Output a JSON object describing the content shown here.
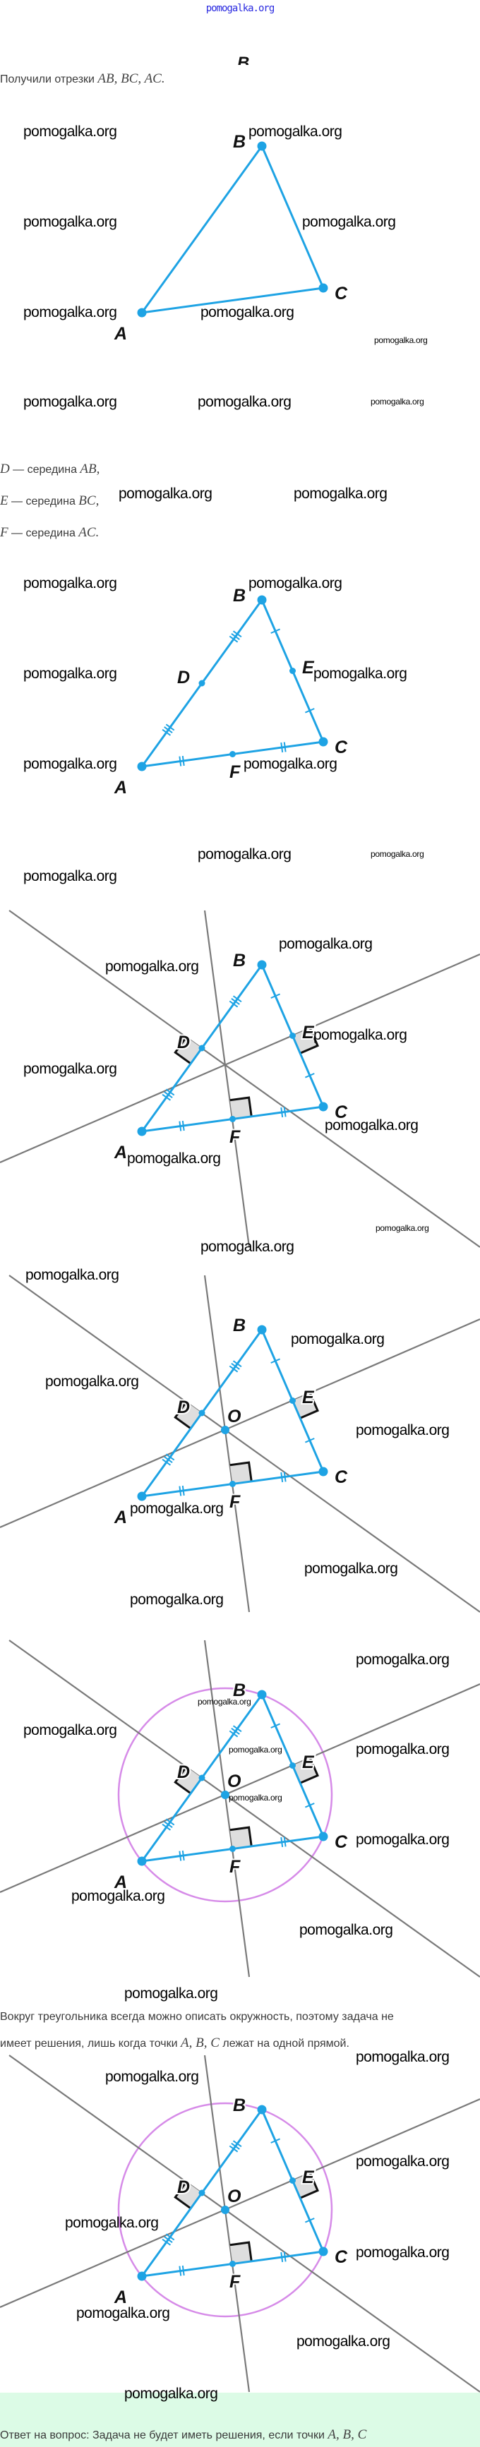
{
  "header_watermark": "pomogalka.org",
  "watermark": "pomogalka.org",
  "cropped_label": "B",
  "text": {
    "intro": "Получили отрезки ",
    "intro_math": "AB, BC, AC.",
    "midpoints": [
      {
        "point": "D",
        "text": " — середина ",
        "segment": "AB,"
      },
      {
        "point": "E",
        "text": " — середина ",
        "segment": "BC,"
      },
      {
        "point": "F",
        "text": " — середина ",
        "segment": "AC."
      }
    ],
    "conclusion_line1": "Вокруг треугольника всегда можно описать окружность, поэтому задача не",
    "conclusion_line2_pre": "имеет решения, лишь когда точки ",
    "conclusion_line2_math": "A, B, C",
    "conclusion_line2_post": " лежат на одной прямой.",
    "answer_pre": "Ответ на вопрос: Задача не будет иметь решения, если точки ",
    "answer_math": "A, B, C"
  },
  "labels": {
    "A": "A",
    "B": "B",
    "C": "C",
    "D": "D",
    "E": "E",
    "F": "F",
    "O": "O"
  },
  "colors": {
    "triangle": "#1ea3e4",
    "bisector_lines": "#7a7a7a",
    "circle": "#d68be8",
    "right_angle_fill": "#dedede",
    "answer_background": "#dcfbe6",
    "header_watermark": "#2a2ae0"
  }
}
